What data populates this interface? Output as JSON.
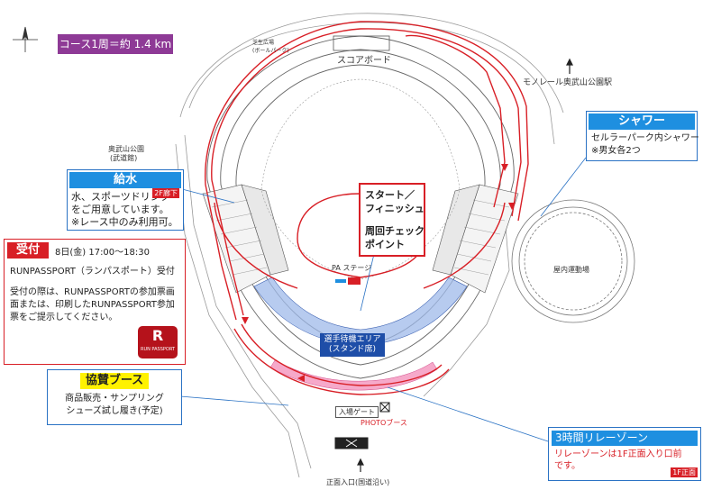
{
  "course_length": "コース1周＝約 1.4 km",
  "monorail": "モノレール奥武山公園駅",
  "scoreboard": "スコアボード",
  "ball_park": "芝生広場\n(ボールパーク)",
  "park_label_1": "奥武山公園",
  "park_label_2": "(武道館)",
  "pa_stage": "PA ステージ",
  "indoor_field": "屋内運動場",
  "waiting_area": "選手待機エリア\n(スタンド席)",
  "entrance_gate": "入場ゲート",
  "photo_booth": "PHOTOブース",
  "main_entrance": "正面入口(国道沿い)",
  "water": {
    "title": "給水",
    "text": "水、スポーツドリンクをご用意しています。\n※レース中のみ利用可。",
    "tag": "2F廊下"
  },
  "shower": {
    "title": "シャワー",
    "text": "セルラーパーク内シャワー\n※男女各2つ"
  },
  "reception": {
    "title": "受付",
    "date": "8日(金) 17:00～18:30",
    "sub": "RUNPASSPORT（ランパスポート）受付",
    "body": "受付の際は、RUNPASSPORTの参加票画面または、印刷したRUNPASSPORT参加票をご提示してください。",
    "logo_letter": "R",
    "logo_text": "RUN PASSPORT"
  },
  "sponsor": {
    "title": "協賛ブース",
    "text": "商品販売・サンプリング\nシューズ試し履き(予定)"
  },
  "relay": {
    "title": "3時間リレーゾーン",
    "text": "リレーゾーンは1F正面入り口前です。",
    "tag": "1F正面"
  },
  "start": {
    "title": "スタート／\nフィニッシュ",
    "lap": "周回チェック\nポイント"
  },
  "colors": {
    "course_red": "#d81f26",
    "accent_blue": "#1e8fe0",
    "badge_purple": "#8e3a96",
    "sponsor_yellow": "#fff200",
    "waiting_blue": "#9fb9ea",
    "relay_pink": "#f49ac1"
  }
}
